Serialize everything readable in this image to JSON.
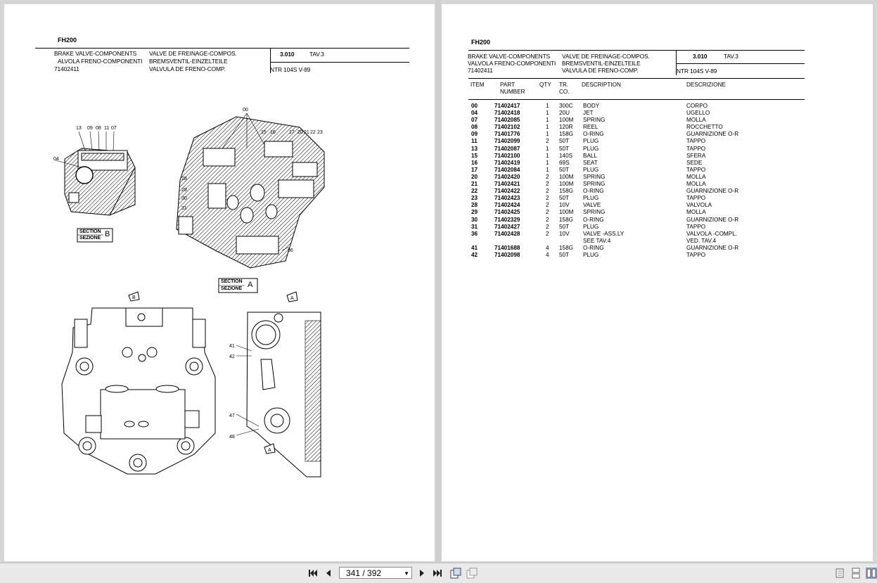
{
  "viewer": {
    "page_indicator": "341 / 392",
    "buttons": [
      "first-page",
      "previous-page",
      "next-page",
      "last-page",
      "rotate",
      "fit-page",
      "single-page-view",
      "continuous-view",
      "facing-view"
    ]
  },
  "left_page": {
    "header": {
      "model": "FH200",
      "title_en": "BRAKE VALVE-COMPONENTS",
      "title_it": "ALVOLA FRENO-COMPONENTI",
      "part_number": "71402411",
      "title_fr": "VALVE DE FREINAGE-COMPOS.",
      "title_de": "BREMSVENTIL-EINZELTEILE",
      "title_es": "VALVULA DE FRENO-COMP.",
      "section_no": "3.010",
      "table_no": "TAV.3",
      "ntr": "NTR 104S  V-89"
    },
    "drawing": {
      "section_b_label_1": "SECTION",
      "section_b_label_2": "SEZIONE",
      "section_b_letter": "B",
      "section_a_label_1": "SECTION",
      "section_a_label_2": "SEZIONE",
      "section_a_letter": "A",
      "callouts_b": [
        "13",
        "09",
        "08",
        "11",
        "07",
        "04"
      ],
      "callouts_a": [
        "00",
        "15",
        "16",
        "17",
        "20",
        "21",
        "22",
        "23",
        "28",
        "29",
        "30",
        "31",
        "36"
      ],
      "callouts_bottom": [
        "B",
        "A",
        "41",
        "42",
        "47",
        "48",
        "A"
      ]
    }
  },
  "right_page": {
    "header": {
      "model": "FH200",
      "title_en": "BRAKE VALVE-COMPONENTS",
      "title_it": "VALVOLA FRENO-COMPONENTI",
      "part_number": "71402411",
      "title_fr": "VALVE DE FREINAGE-COMPOS.",
      "title_de": "BREMSVENTIL-EINZELTEILE",
      "title_es": "VALVULA DE FRENO-COMP.",
      "section_no": "3.010",
      "table_no": "TAV.3",
      "ntr": "NTR 104S  V-89"
    },
    "columns": {
      "item": "ITEM",
      "part_1": "PART",
      "part_2": "NUMBER",
      "qty": "QTY",
      "tr_1": "TR.",
      "tr_2": "CO.",
      "description": "DESCRIPTION",
      "descrizione": "DESCRIZIONE"
    },
    "rows": [
      {
        "item": "00",
        "part": "71402417",
        "qty": "1",
        "tr": "300C",
        "desc": "BODY",
        "descr": "CORPO"
      },
      {
        "item": "04",
        "part": "71402418",
        "qty": "1",
        "tr": "20U",
        "desc": "JET",
        "descr": "UGELLO"
      },
      {
        "item": "07",
        "part": "71402085",
        "qty": "1",
        "tr": "100M",
        "desc": "SPRING",
        "descr": "MOLLA"
      },
      {
        "item": "08",
        "part": "71402102",
        "qty": "1",
        "tr": "120R",
        "desc": "REEL",
        "descr": "ROCCHETTO"
      },
      {
        "item": "09",
        "part": "71401776",
        "qty": "1",
        "tr": "158G",
        "desc": "O-RING",
        "descr": "GUARNIZIONE O-R"
      },
      {
        "item": "11",
        "part": "71402099",
        "qty": "2",
        "tr": "50T",
        "desc": "PLUG",
        "descr": "TAPPO"
      },
      {
        "item": "13",
        "part": "71402087",
        "qty": "1",
        "tr": "50T",
        "desc": "PLUG",
        "descr": "TAPPO"
      },
      {
        "item": "15",
        "part": "71402100",
        "qty": "1",
        "tr": "140S",
        "desc": "BALL",
        "descr": "SFERA"
      },
      {
        "item": "16",
        "part": "71402419",
        "qty": "1",
        "tr": "69S",
        "desc": "SEAT",
        "descr": "SEDE"
      },
      {
        "item": "17",
        "part": "71402084",
        "qty": "1",
        "tr": "50T",
        "desc": "PLUG",
        "descr": "TAPPO"
      },
      {
        "item": "20",
        "part": "71402420",
        "qty": "2",
        "tr": "100M",
        "desc": "SPRING",
        "descr": "MOLLA"
      },
      {
        "item": "21",
        "part": "71402421",
        "qty": "2",
        "tr": "100M",
        "desc": "SPRING",
        "descr": "MOLLA"
      },
      {
        "item": "22",
        "part": "71402422",
        "qty": "2",
        "tr": "158G",
        "desc": "O-RING",
        "descr": "GUARNIZIONE O-R"
      },
      {
        "item": "23",
        "part": "71402423",
        "qty": "2",
        "tr": "50T",
        "desc": "PLUG",
        "descr": "TAPPO"
      },
      {
        "item": "28",
        "part": "71402424",
        "qty": "2",
        "tr": "10V",
        "desc": "VALVE",
        "descr": "VALVOLA"
      },
      {
        "item": "29",
        "part": "71402425",
        "qty": "2",
        "tr": "100M",
        "desc": "SPRING",
        "descr": "MOLLA"
      },
      {
        "item": "30",
        "part": "71402329",
        "qty": "2",
        "tr": "158G",
        "desc": "O-RING",
        "descr": "GUARNIZIONE O-R"
      },
      {
        "item": "31",
        "part": "71402427",
        "qty": "2",
        "tr": "50T",
        "desc": "PLUG",
        "descr": "TAPPO"
      },
      {
        "item": "36",
        "part": "71402428",
        "qty": "2",
        "tr": "10V",
        "desc": "VALVE -ASS.LY",
        "descr": "VALVOLA -COMPL."
      },
      {
        "item": "",
        "part": "",
        "qty": "",
        "tr": "",
        "desc": " SEE TAV.4",
        "descr": "VED. TAV.4"
      },
      {
        "item": "41",
        "part": "71401688",
        "qty": "4",
        "tr": "158G",
        "desc": "O-RING",
        "descr": "GUARNIZIONE O-R"
      },
      {
        "item": "42",
        "part": "71402098",
        "qty": "4",
        "tr": "50T",
        "desc": "PLUG",
        "descr": "TAPPO"
      }
    ]
  }
}
